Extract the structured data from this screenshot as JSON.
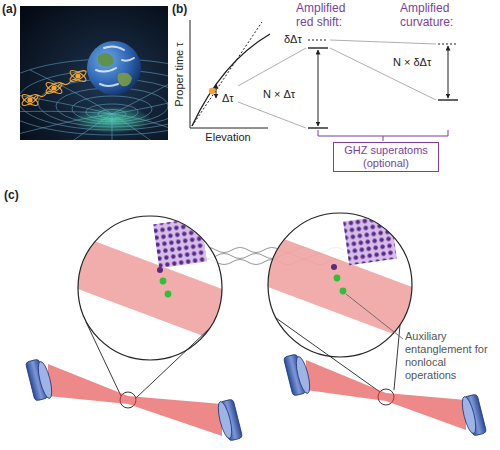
{
  "diagram": {
    "labels": [
      "(a)",
      "(b)",
      "Proper time τ",
      "Elevation",
      "Δτ",
      "Amplified red shift:",
      "Amplified curvature:",
      "δΔτ",
      "N × Δτ",
      "N × δΔτ",
      "GHZ superatoms (optional)",
      "(c)",
      "Auxiliary entanglement for nonlocal operations"
    ]
  }
}
